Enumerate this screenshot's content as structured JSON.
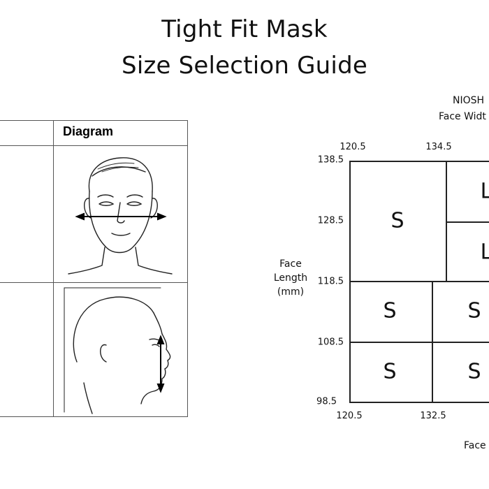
{
  "title": {
    "line1": "Tight Fit Mask",
    "line2": "Size Selection Guide"
  },
  "table": {
    "header": "Diagram",
    "images": [
      "face-width-measurement-illustration",
      "face-length-measurement-illustration"
    ]
  },
  "grid": {
    "header_line1": "NIOSH",
    "header_line2": "Face Widt",
    "top_ticks": [
      "120.5",
      "134.5"
    ],
    "bottom_ticks": [
      "120.5",
      "132.5"
    ],
    "left_ticks": [
      "138.5",
      "128.5",
      "118.5",
      "108.5",
      "98.5"
    ],
    "y_label_lines": [
      "Face",
      "Length",
      "(mm)"
    ],
    "x_label": "Face",
    "cells": [
      "S",
      "L",
      "L",
      "S",
      "S",
      "S",
      "S"
    ]
  }
}
